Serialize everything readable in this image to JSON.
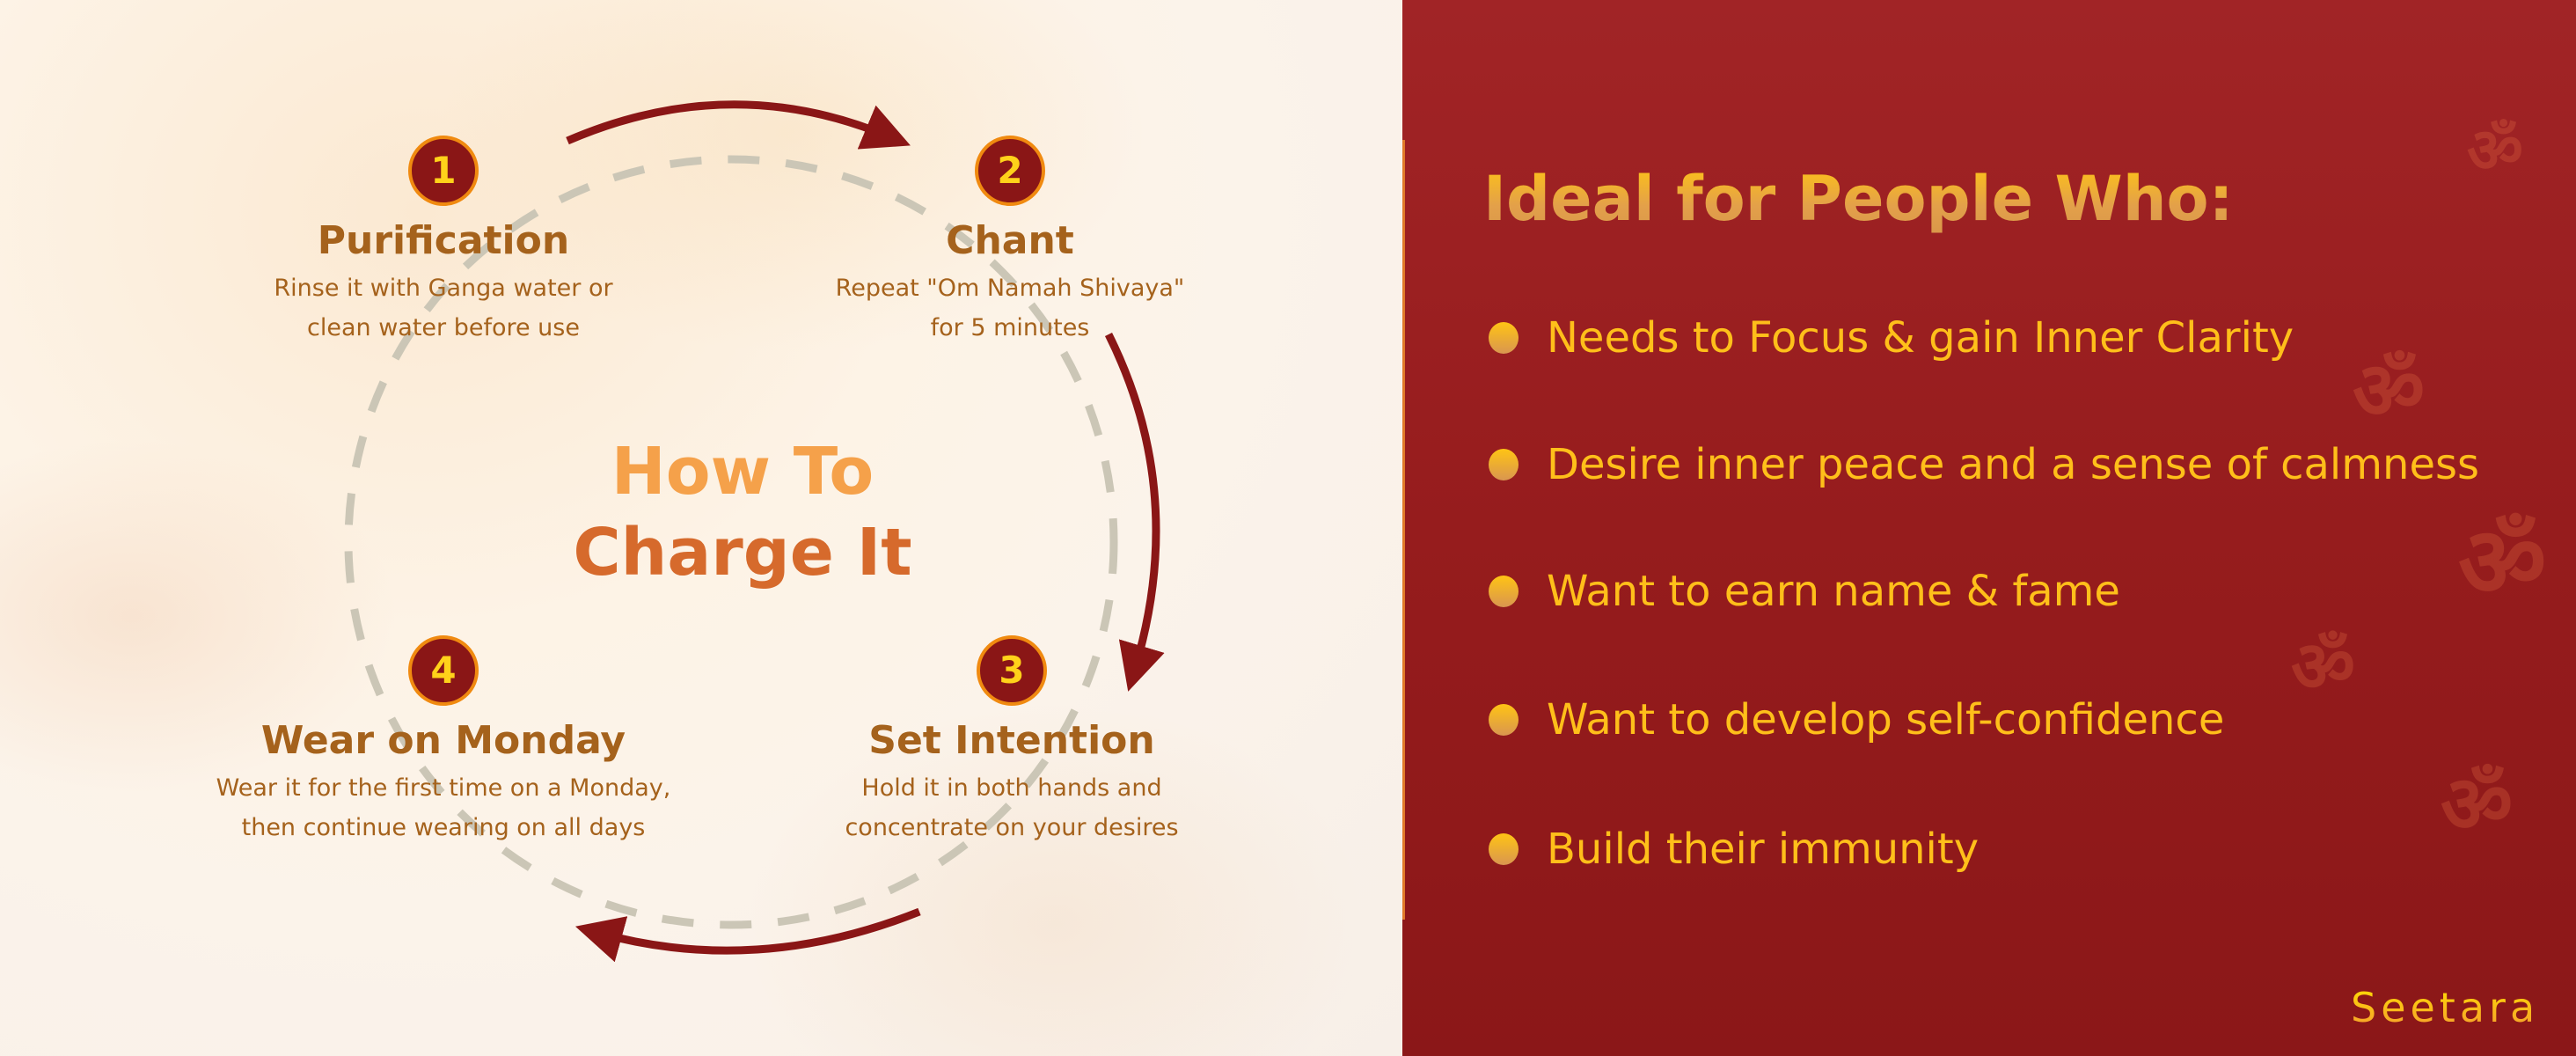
{
  "steps": [
    {
      "num": "1",
      "title": "Purification",
      "desc": "Rinse it with Ganga water or\nclean water before use"
    },
    {
      "num": "2",
      "title": "Chant",
      "desc": "Repeat \"Om Namah Shivaya\"\nfor 5 minutes"
    },
    {
      "num": "3",
      "title": "Set Intention",
      "desc": "Hold it in both hands and\nconcentrate on your desires"
    },
    {
      "num": "4",
      "title": "Wear on Monday",
      "desc": "Wear it for the first time on a Monday,\nthen continue wearing on all days"
    }
  ],
  "center": {
    "line1": "How To",
    "line2": "Charge It"
  },
  "ideal": {
    "heading": "Ideal for People Who:",
    "items": [
      "Needs to Focus & gain Inner Clarity",
      "Desire inner peace and a sense of calmness",
      "Want to earn name & fame",
      "Want to develop self-confidence",
      "Build their immunity"
    ]
  },
  "brand": {
    "logo": "Seetara"
  },
  "colors": {
    "accent": "#8a1616",
    "panel": "#9a1e1f",
    "gold": "#ffbf1a",
    "brown": "#a5621c"
  }
}
